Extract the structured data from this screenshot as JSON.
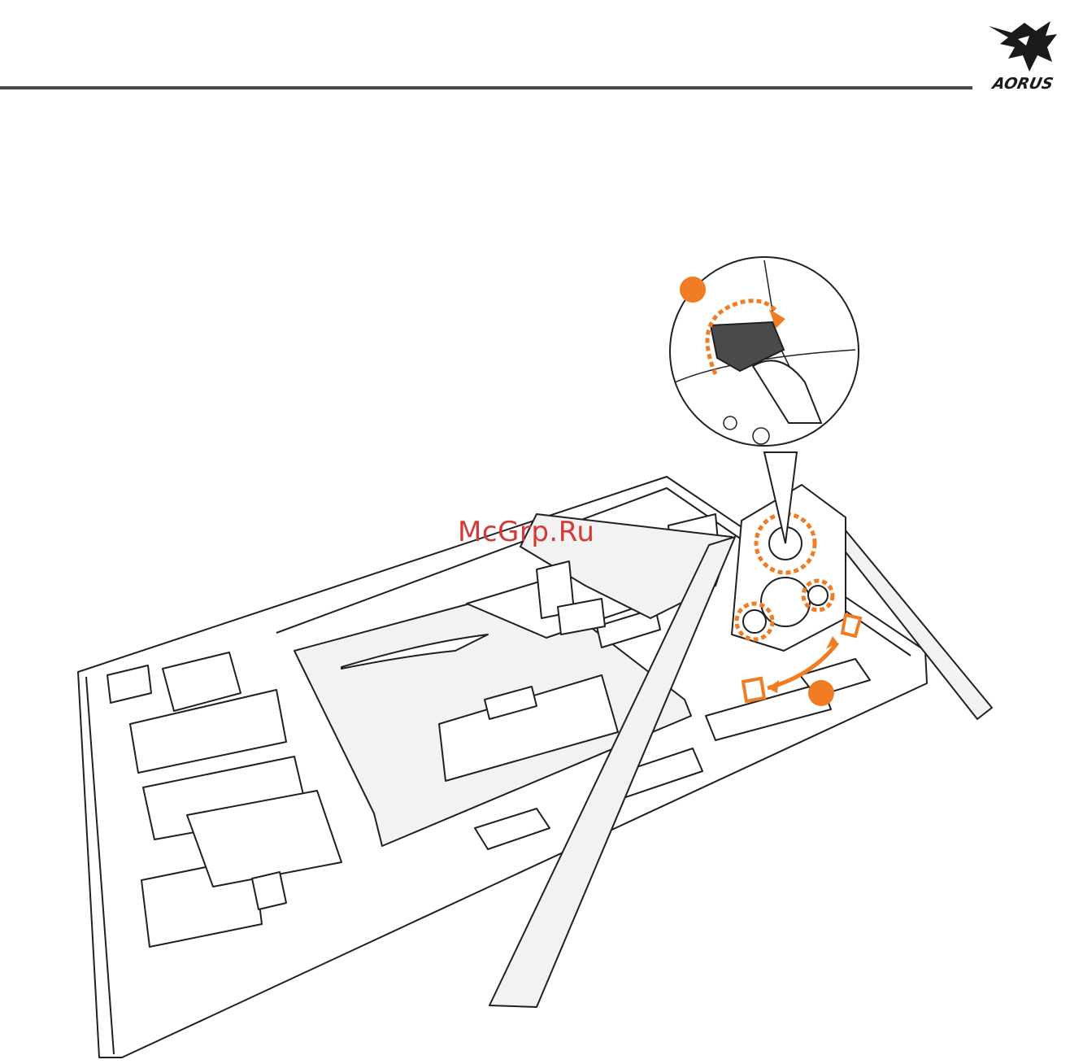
{
  "header": {
    "brand_logo_text": "AORUS"
  },
  "illustration": {
    "step_markers": [
      {
        "id": 1,
        "label": ""
      },
      {
        "id": 2,
        "label": ""
      }
    ],
    "accent_color": "#f07d23",
    "line_color": "#231f20",
    "fill_color": "#f2f2f2"
  },
  "watermark": {
    "text": "McGrp.Ru"
  }
}
